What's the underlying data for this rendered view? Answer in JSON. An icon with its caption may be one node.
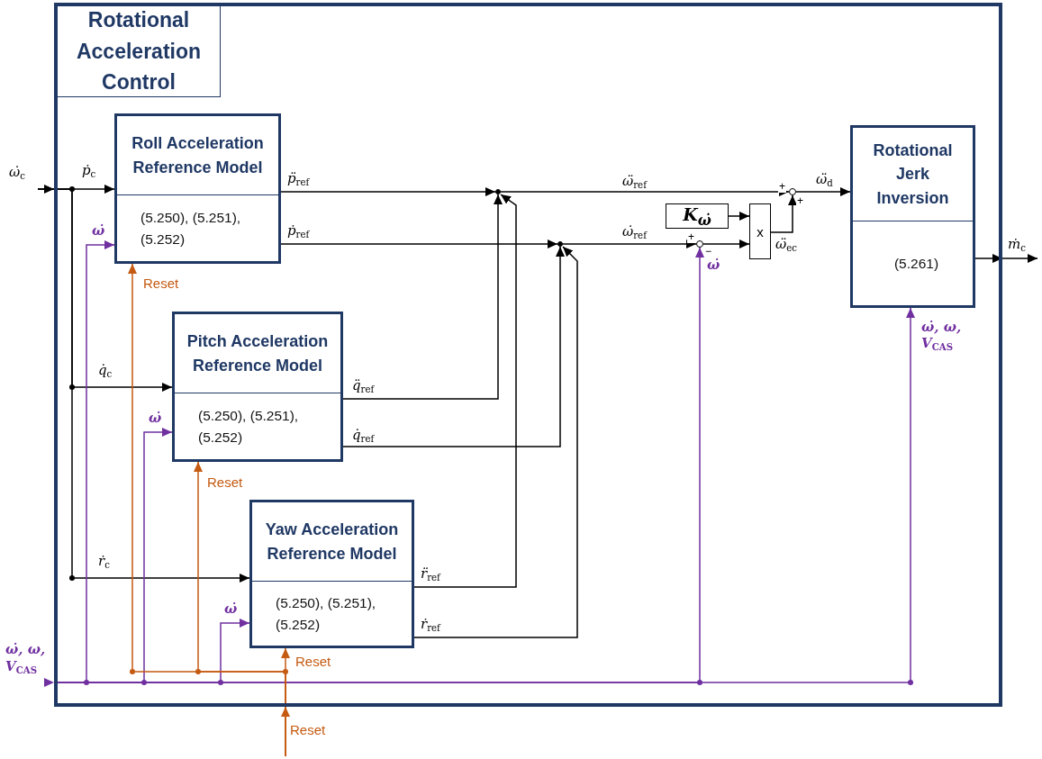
{
  "diagram": {
    "nodes": [
      {
        "text": [
          "Rotational Acceleration Control"
        ]
      },
      {
        "text": [
          "Roll Acceleration Reference Model",
          "(5.250), (5.251), (5.252)"
        ],
        "in": 0
      },
      {
        "text": [
          "Pitch Acceleration Reference Model",
          "(5.250), (5.251), (5.252)"
        ],
        "in": 0
      },
      {
        "text": [
          "Yaw Acceleration Reference Model",
          "(5.250), (5.251), (5.252)"
        ],
        "in": 0
      },
      {
        "text": [
          "Rotational Jerk Inversion",
          "(5.261)"
        ],
        "in": 0
      },
      {
        "text": [
          "K$_{ω̇}$"
        ],
        "in": 0
      },
      {
        "text": [
          "x"
        ],
        "in": 0
      },
      {
        "text": [],
        "shape": "circle",
        "in": 0
      },
      {
        "text": [],
        "shape": "circle",
        "in": 0
      },
      {
        "text": [],
        "shape": "circle",
        "in": 0
      },
      {
        "text": [],
        "shape": "circle",
        "in": 0
      },
      {
        "text": [
          "ω̇$_{c}$"
        ]
      },
      {
        "text": [
          "ω̇, ω, V$_{CAS}$"
        ]
      },
      {
        "text": [
          "Reset"
        ]
      }
    ],
    "edges": [
      {
        "from": 11,
        "to": 1,
        "arrow": "to",
        "label": "ṗ$_{c}$"
      },
      {
        "from": 11,
        "to": 2,
        "arrow": "to",
        "label": "q̇$_{c}$"
      },
      {
        "from": 11,
        "to": 3,
        "arrow": "to",
        "label": "ṙ$_{c}$"
      },
      {
        "from": 12,
        "to": 1,
        "arrow": "to",
        "label": "ω̇",
        "color": "#7030a0"
      },
      {
        "from": 12,
        "to": 2,
        "arrow": "to",
        "label": "ω̇",
        "color": "#7030a0"
      },
      {
        "from": 12,
        "to": 3,
        "arrow": "to",
        "label": "ω̇",
        "color": "#7030a0"
      },
      {
        "from": 12,
        "to": 9,
        "arrow": "to",
        "label": "ω̇",
        "color": "#7030a0"
      },
      {
        "from": 12,
        "to": 4,
        "arrow": "to",
        "label": "ω̇, ω, V$_{CAS}$",
        "color": "#7030a0"
      },
      {
        "from": 13,
        "to": 1,
        "arrow": "to",
        "label": "Reset",
        "color": "#c55a11"
      },
      {
        "from": 13,
        "to": 2,
        "arrow": "to",
        "label": "Reset",
        "color": "#c55a11"
      },
      {
        "from": 13,
        "to": 3,
        "arrow": "to",
        "label": "Reset",
        "color": "#c55a11"
      },
      {
        "from": 1,
        "to": 7,
        "arrow": "to",
        "label": "p̈$_{ref}$"
      },
      {
        "from": 1,
        "to": 8,
        "arrow": "to",
        "label": "ṗ$_{ref}$"
      },
      {
        "from": 2,
        "to": 7,
        "arrow": "to",
        "label": "q̈$_{ref}$"
      },
      {
        "from": 2,
        "to": 8,
        "arrow": "to",
        "label": "q̇$_{ref}$"
      },
      {
        "from": 3,
        "to": 7,
        "arrow": "to",
        "label": "r̈$_{ref}$"
      },
      {
        "from": 3,
        "to": 8,
        "arrow": "to",
        "label": "ṙ$_{ref}$"
      },
      {
        "from": 7,
        "to": 10,
        "arrow": "to",
        "label": "ω̈$_{ref}$"
      },
      {
        "from": 8,
        "to": 9,
        "arrow": "to",
        "label": "ω̇$_{ref}$"
      },
      {
        "from": 9,
        "to": 6,
        "arrow": "to"
      },
      {
        "from": 5,
        "to": 6,
        "arrow": "to"
      },
      {
        "from": 6,
        "to": 10,
        "arrow": "to",
        "label": "ω̈$_{ec}$"
      },
      {
        "from": 10,
        "to": 4,
        "arrow": "to",
        "label": "ω̈$_{d}$"
      },
      {
        "from": 4,
        "to": null,
        "arrow": "to",
        "label": "ṁ$_{c}$"
      }
    ],
    "labels": [
      "+",
      "+",
      "+",
      "−"
    ]
  }
}
